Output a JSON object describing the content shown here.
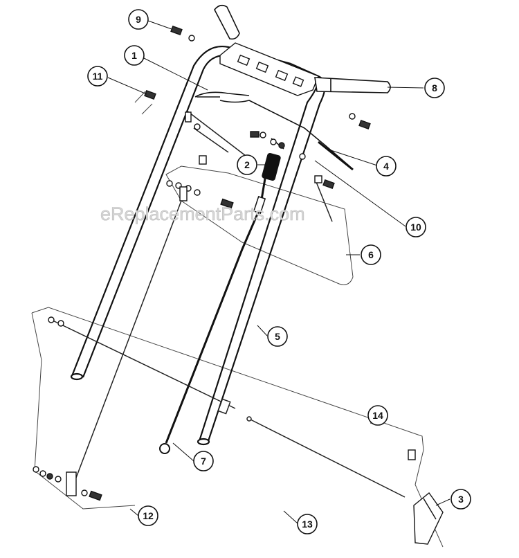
{
  "watermark": "eReplacementParts.com",
  "callouts": [
    {
      "id": "c9",
      "label": "9"
    },
    {
      "id": "c1",
      "label": "1"
    },
    {
      "id": "c11",
      "label": "11"
    },
    {
      "id": "c8",
      "label": "8"
    },
    {
      "id": "c4",
      "label": "4"
    },
    {
      "id": "c2",
      "label": "2"
    },
    {
      "id": "c10",
      "label": "10"
    },
    {
      "id": "c6",
      "label": "6"
    },
    {
      "id": "c5",
      "label": "5"
    },
    {
      "id": "c14",
      "label": "14"
    },
    {
      "id": "c7",
      "label": "7"
    },
    {
      "id": "c3",
      "label": "3"
    },
    {
      "id": "c12",
      "label": "12"
    },
    {
      "id": "c13",
      "label": "13"
    }
  ]
}
